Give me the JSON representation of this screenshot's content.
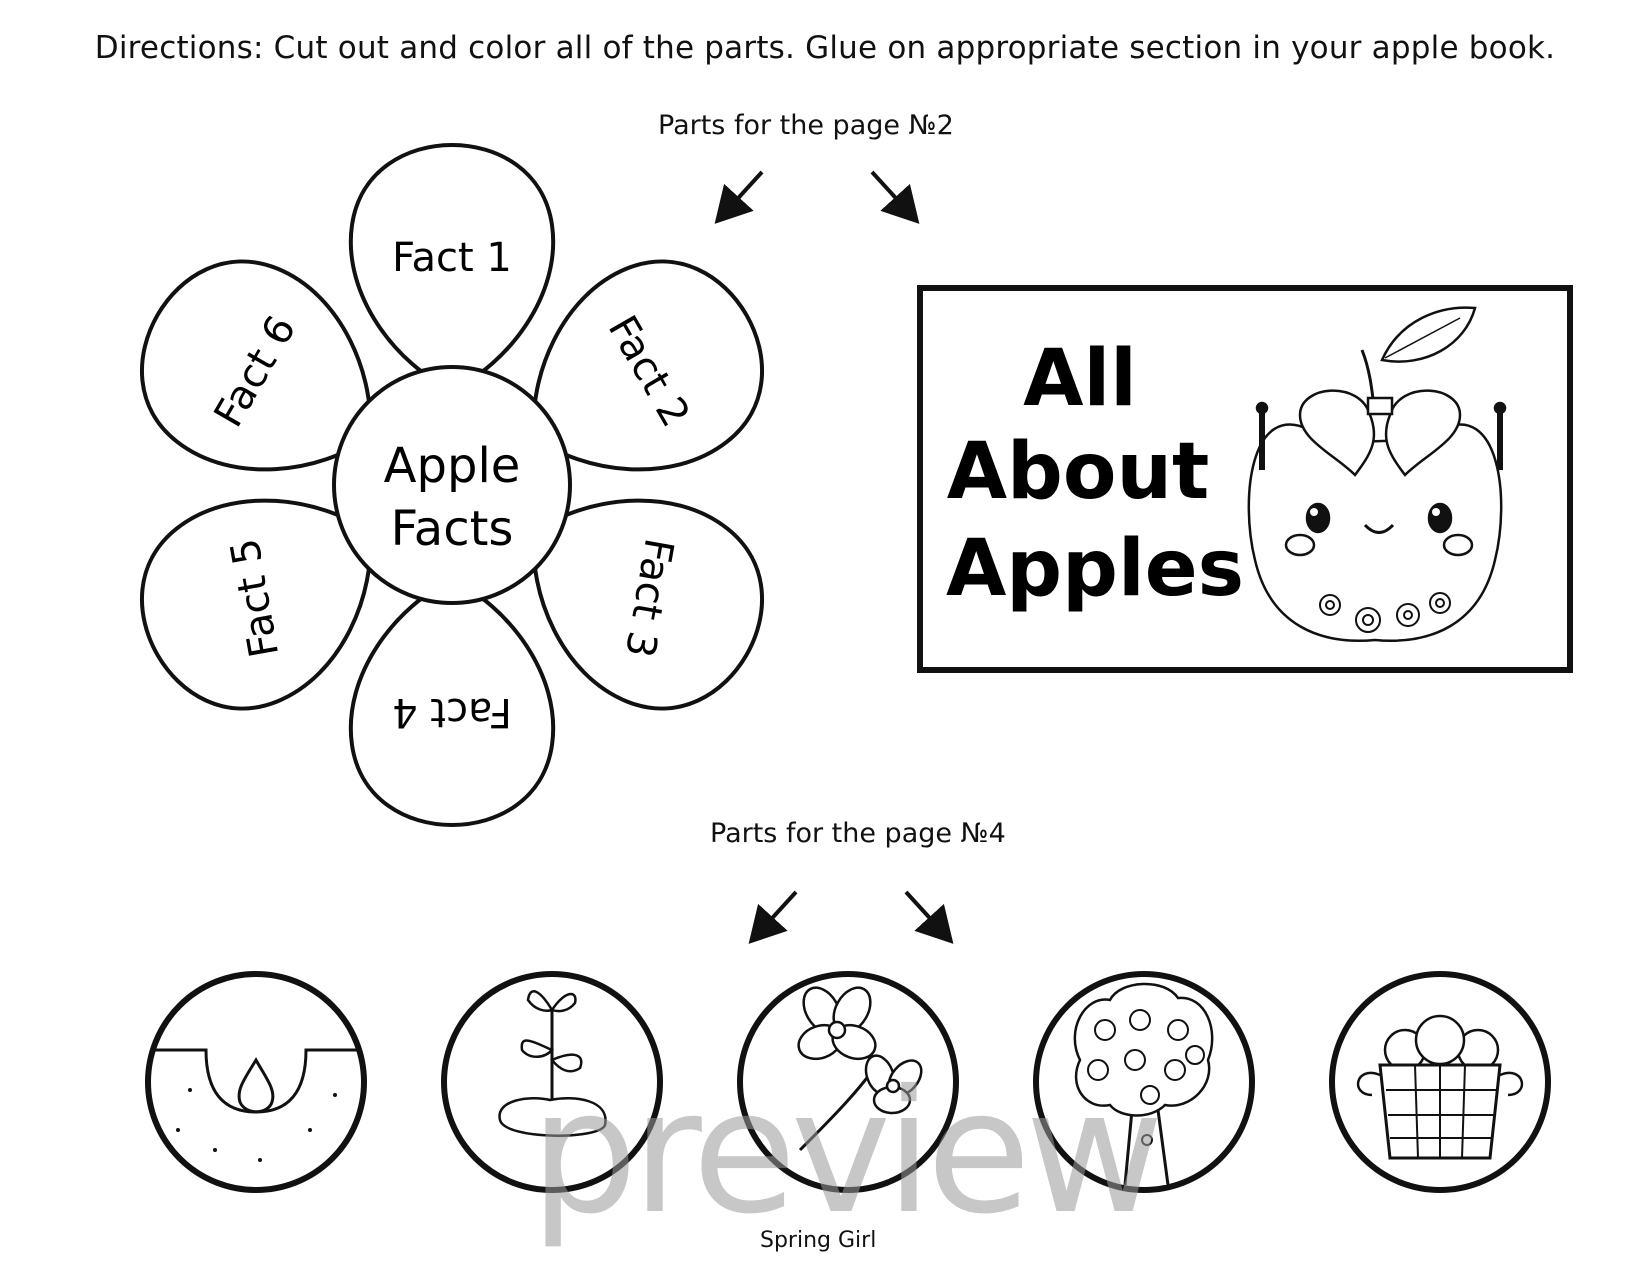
{
  "directions": "Directions: Cut out and color all of the parts. Glue on appropriate section in your apple book.",
  "parts_label_1": "Parts for the page №2",
  "parts_label_2": "Parts for the page №4",
  "flower": {
    "center_line1": "Apple",
    "center_line2": "Facts",
    "petals": [
      "Fact 1",
      "Fact 2",
      "Fact 3",
      "Fact 4",
      "Fact 5",
      "Fact 6"
    ]
  },
  "cover": {
    "line1": "All",
    "line2": "About",
    "line3": "Apples"
  },
  "life_cycle_circles": [
    {
      "icon": "seed-icon"
    },
    {
      "icon": "sprout-icon"
    },
    {
      "icon": "blossom-icon"
    },
    {
      "icon": "apple-tree-icon"
    },
    {
      "icon": "apple-basket-icon"
    }
  ],
  "watermark": "preview",
  "credit": "Spring Girl"
}
